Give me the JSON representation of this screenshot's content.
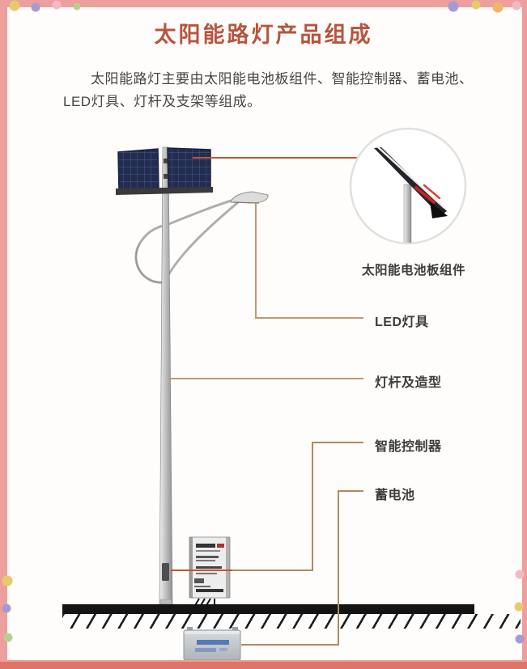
{
  "page": {
    "title": "太阳能路灯产品组成",
    "intro_lines": [
      "太阳能路灯主要由太阳能电池板组件、智能控制器、蓄电池、",
      "LED灯具、灯杆及支架等组成。"
    ]
  },
  "diagram": {
    "type": "solar-street-light-component-diagram",
    "callouts": {
      "solar_panel": "太阳能电池板组件",
      "led_lamp": "LED灯具",
      "pole": "灯杆及造型",
      "controller": "智能控制器",
      "battery": "蓄电池"
    }
  },
  "colors": {
    "title_red": "#b8543e",
    "body_text": "#454545",
    "callout_line_tan": "#c09a6e",
    "callout_line_red": "#c2552f",
    "panel_navy": "#222c4e",
    "panel_grid_blue": "#4e5d95",
    "ground_black": "#141414",
    "frame_pink": "#ec9f9d",
    "bottom_band_coral": "#df7568"
  }
}
